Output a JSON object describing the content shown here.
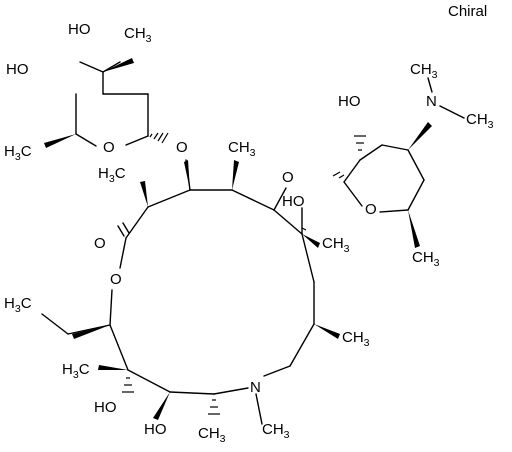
{
  "tag": "Chiral",
  "atoms": {
    "o_carbonyl": "O",
    "o_ring": "O",
    "o_cladinose_link": "O",
    "o_desosamine_link": "O",
    "o_cladinose_ring": "O",
    "o_desosamine_ring": "O",
    "n_ring": "N",
    "n_amine": "N",
    "oh_cladinose_top": "HO",
    "oh_cladinose_left": "HO",
    "oh_c6": "HO",
    "oh_c11": "HO",
    "oh_c12": "HO",
    "oh_desosamine": "HO",
    "h3c_cladinose": "H3C",
    "ch3_cladinose_top": "CH3",
    "h3c_c2": "H3C",
    "ch3_c4": "CH3",
    "ch3_c6": "CH3",
    "ch3_c8": "CH3",
    "h3c_ethyl": "H3C",
    "h3c_c12": "H3C",
    "ch3_c10": "CH3",
    "ch3_n_ring": "CH3",
    "ch3_desosamine": "CH3",
    "nme_top": "CH3",
    "nme_right": "CH3"
  }
}
